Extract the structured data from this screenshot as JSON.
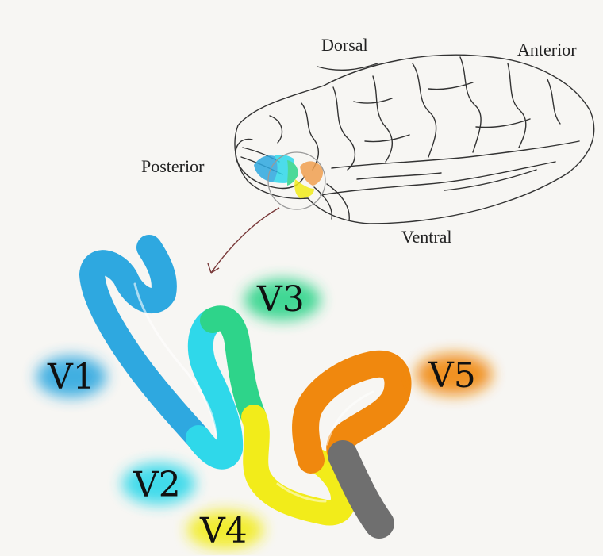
{
  "orientation": {
    "dorsal": "Dorsal",
    "anterior": "Anterior",
    "posterior": "Posterior",
    "ventral": "Ventral"
  },
  "areas": [
    {
      "id": "v1",
      "label": "V1",
      "color": "#2ea8e0"
    },
    {
      "id": "v2",
      "label": "V2",
      "color": "#2fd8ea"
    },
    {
      "id": "v3",
      "label": "V3",
      "color": "#2ed48a"
    },
    {
      "id": "v4",
      "label": "V4",
      "color": "#f2ec1a"
    },
    {
      "id": "v5",
      "label": "V5",
      "color": "#f0880e"
    }
  ],
  "colors": {
    "background": "#f7f6f3",
    "brain_outline": "#333333",
    "unlabeled_region": "#6f6f6f"
  }
}
